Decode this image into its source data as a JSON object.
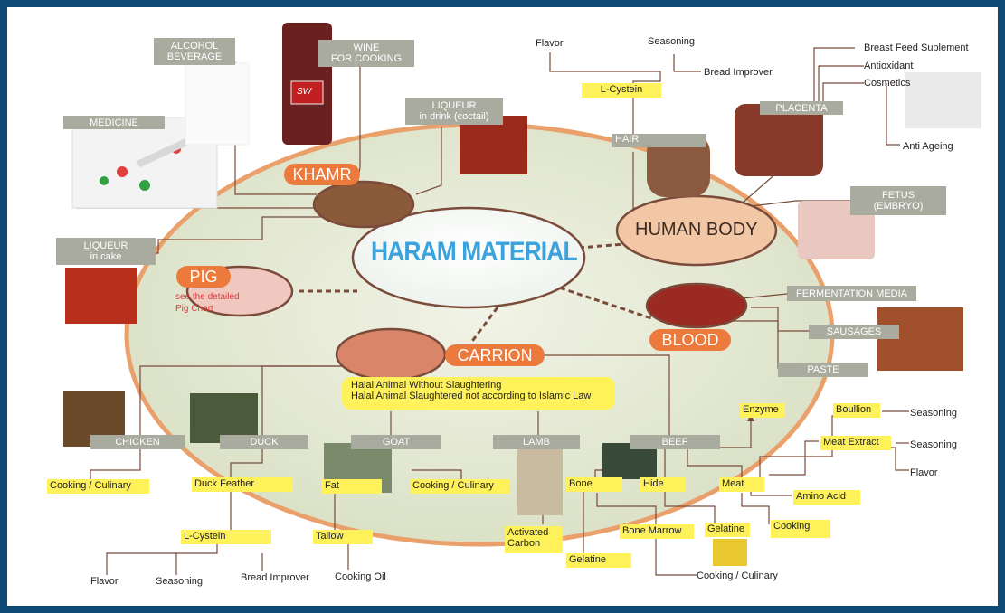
{
  "center": {
    "title": "HARAM MATERIAL"
  },
  "main_nodes": {
    "khamr": "KHAMR",
    "human_body": "HUMAN BODY",
    "pig": "PIG",
    "pig_note_line1": "see the detailed",
    "pig_note_line2": "Pig Chart",
    "carrion": "CARRION",
    "blood": "BLOOD"
  },
  "khamr_branch": {
    "alcohol_beverage": [
      "ALCOHOL",
      "BEVERAGE"
    ],
    "wine_for_cooking": [
      "WINE",
      "FOR COOKING"
    ],
    "medicine": "MEDICINE",
    "liqueur_drink": [
      "LIQUEUR",
      "in drink (coctail)"
    ],
    "liqueur_cake": [
      "LIQUEUR",
      "in cake"
    ],
    "wine_bottle_label": "SW"
  },
  "human_branch": {
    "hair": "HAIR",
    "l_cystein": "L-Cystein",
    "flavor": "Flavor",
    "seasoning": "Seasoning",
    "bread_improver": "Bread Improver",
    "placenta": "PLACENTA",
    "breast_feed": "Breast Feed Suplement",
    "antioxidant": "Antioxidant",
    "cosmetics": "Cosmetics",
    "anti_ageing": "Anti Ageing",
    "fetus": [
      "FETUS",
      "(EMBRYO)"
    ]
  },
  "blood_branch": {
    "fermentation_media": "FERMENTATION MEDIA",
    "sausages": "SAUSAGES",
    "paste": "PASTE"
  },
  "carrion_branch": {
    "definition_line1": "Halal Animal Without Slaughtering",
    "definition_line2": "Halal Animal Slaughtered not according to Islamic Law",
    "chicken": "CHICKEN",
    "duck": "DUCK",
    "goat": "GOAT",
    "lamb": "LAMB",
    "beef": "BEEF",
    "chicken_use": "Cooking / Culinary",
    "duck_feather": "Duck Feather",
    "duck_l_cystein": "L-Cystein",
    "duck_flavor": "Flavor",
    "duck_seasoning": "Seasoning",
    "duck_bread_improver": "Bread Improver",
    "goat_fat": "Fat",
    "goat_tallow": "Tallow",
    "goat_cooking_oil": "Cooking Oil",
    "goat_cooking": "Cooking / Culinary",
    "lamb_carbon": [
      "Activated",
      "Carbon"
    ],
    "beef_bone": "Bone",
    "beef_gelatine_bone": "Gelatine",
    "beef_bone_marrow": "Bone Marrow",
    "beef_marrow_cooking": "Cooking / Culinary",
    "beef_hide": "Hide",
    "beef_hide_gelatine": "Gelatine",
    "beef_meat": "Meat",
    "beef_enzyme": "Enzyme",
    "beef_boullion": "Boullion",
    "beef_boullion_seasoning": "Seasoning",
    "beef_meat_extract": "Meat Extract",
    "beef_extract_seasoning": "Seasoning",
    "beef_extract_flavor": "Flavor",
    "beef_amino_acid": "Amino Acid",
    "beef_cooking": "Cooking"
  },
  "colors": {
    "frame": "#0f4a77",
    "ellipse_fill": "#e3e8d3",
    "ellipse_edge": "#eaa06a",
    "connector": "#7a4b3a",
    "grey_box": "#a9ab9f",
    "yellow_box": "#fff15a",
    "orange_pill": "#ec7a3c",
    "title_blue": "#3aa3dd"
  }
}
